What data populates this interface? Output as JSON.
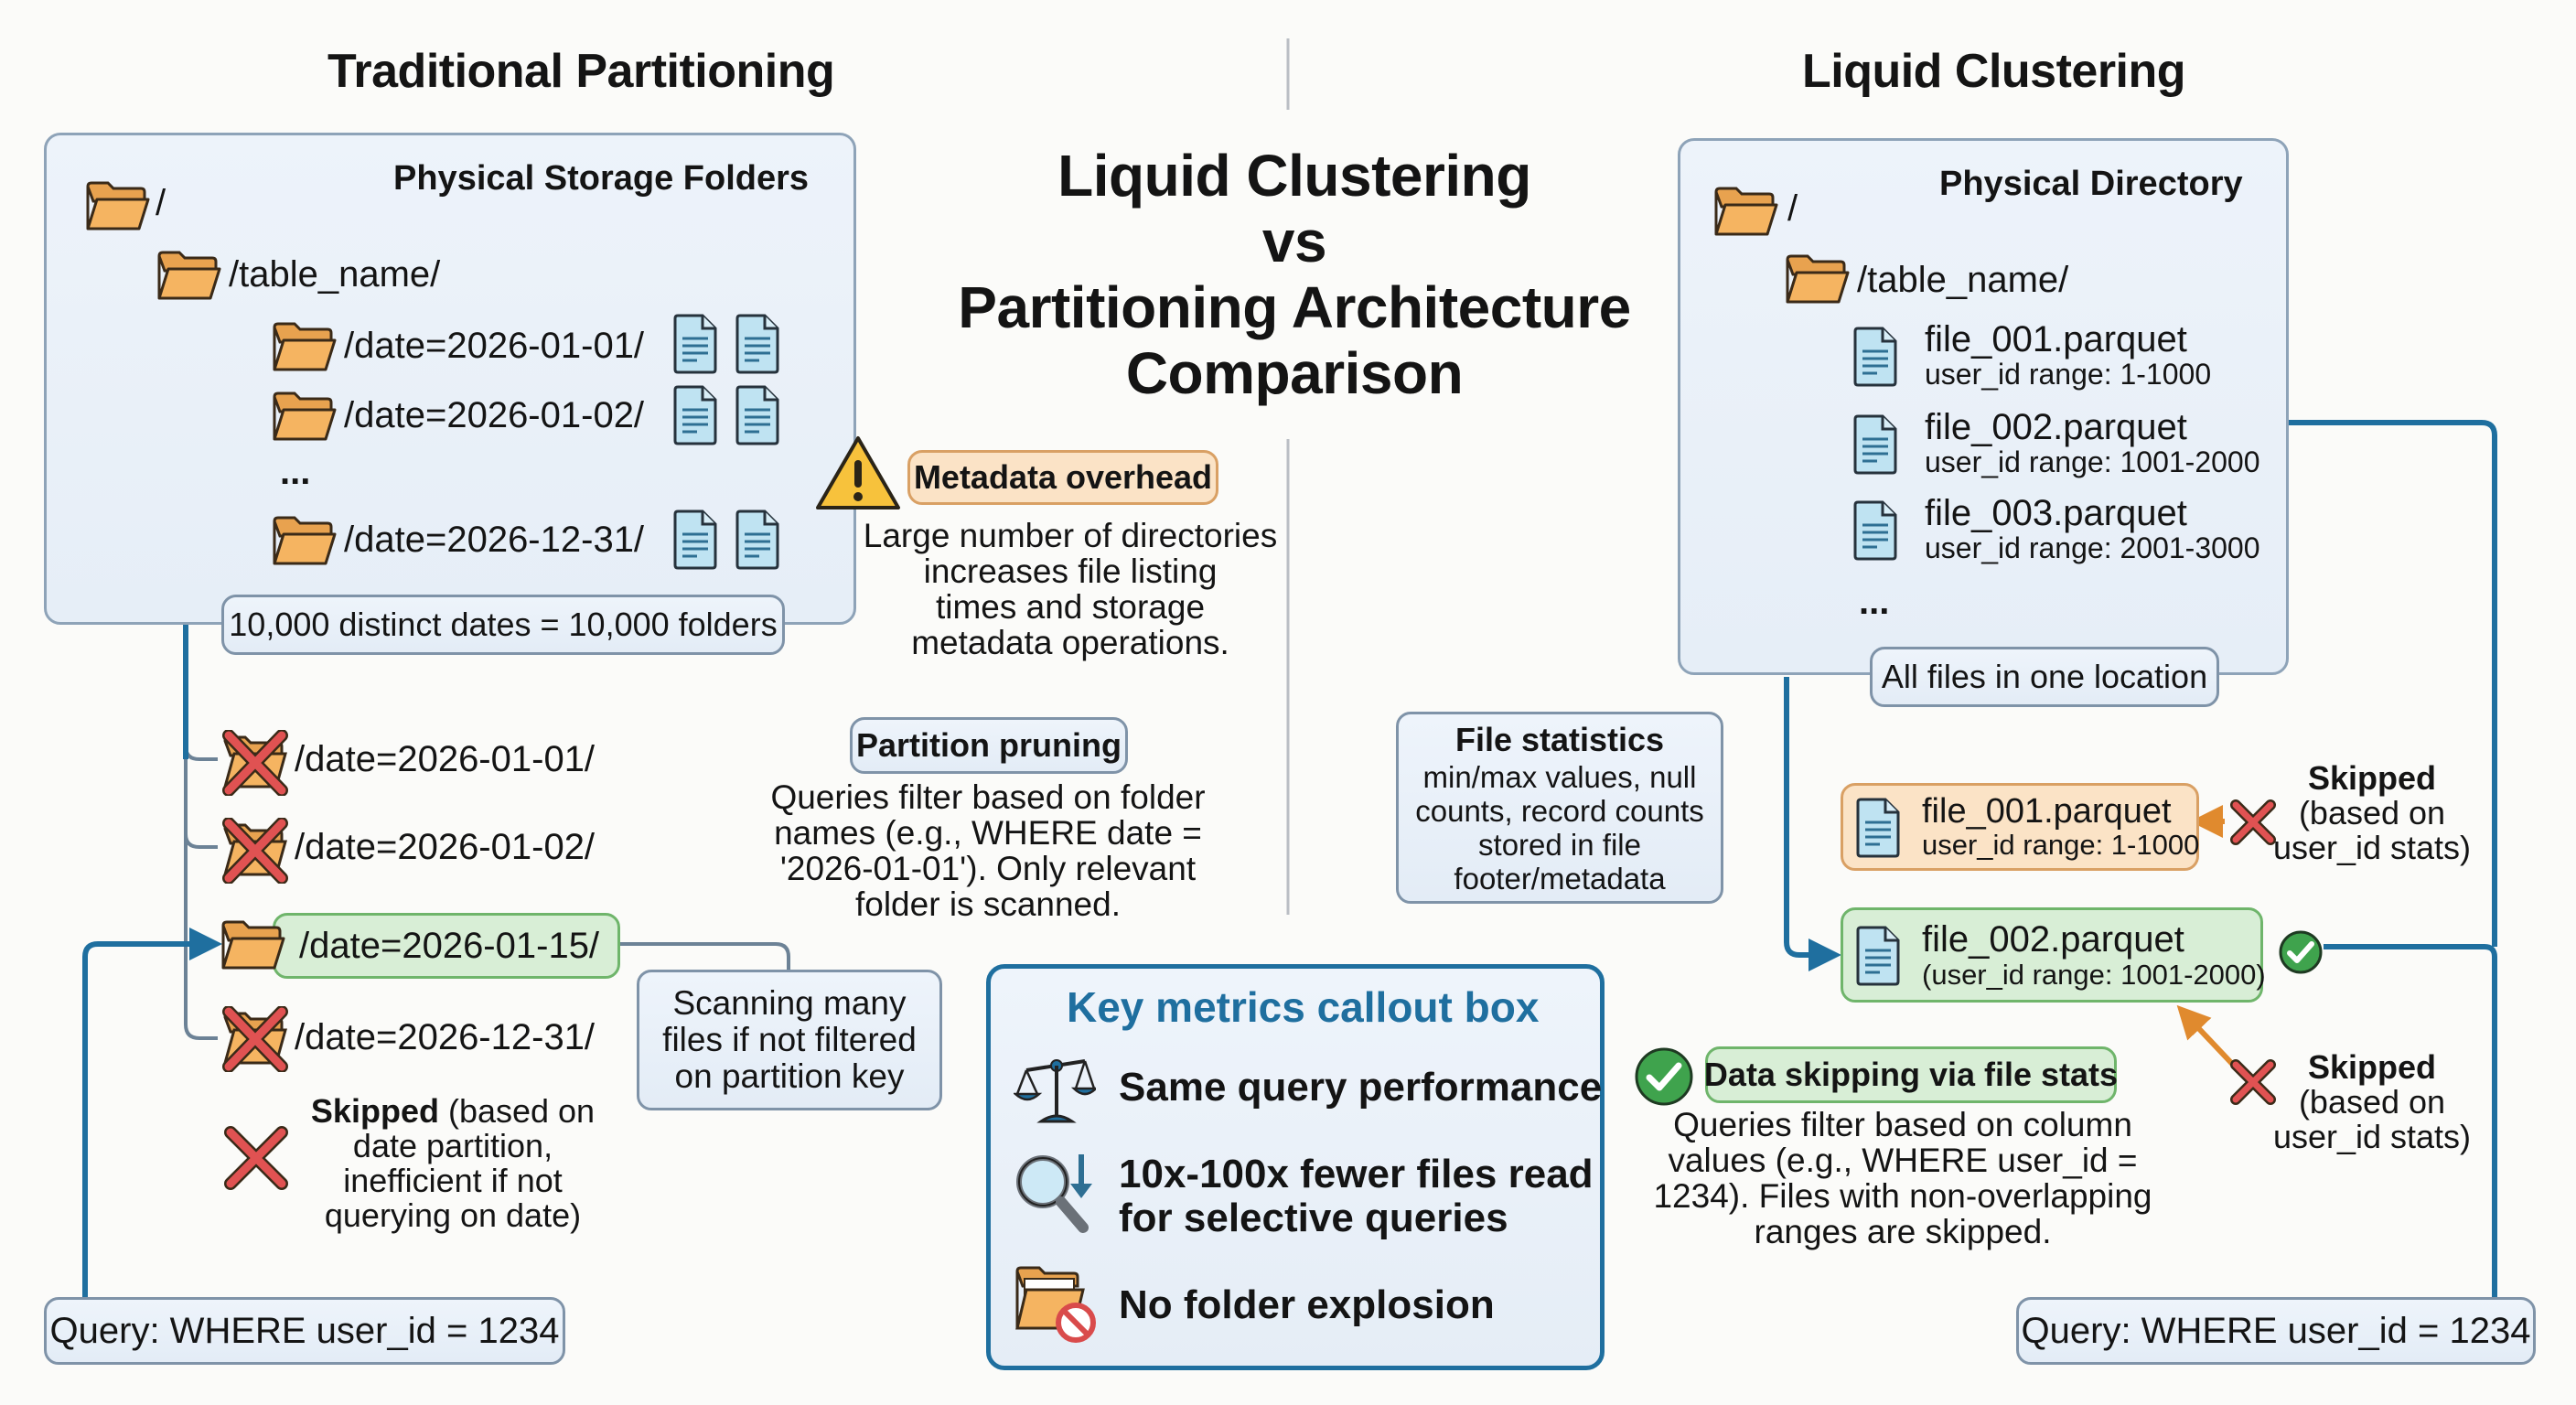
{
  "main_title": {
    "line1": "Liquid Clustering",
    "line2": "vs",
    "line3": "Partitioning Architecture",
    "line4": "Comparison"
  },
  "left": {
    "title": "Traditional Partitioning",
    "box_title": "Physical Storage Folders",
    "root": "/",
    "table": "/table_name/",
    "partitions": [
      "/date=2026-01-01/",
      "/date=2026-01-02/",
      "...",
      "/date=2026-12-31/"
    ],
    "count_label": "10,000 distinct dates = 10,000 folders",
    "scan_list": [
      {
        "label": "/date=2026-01-01/",
        "status": "skipped"
      },
      {
        "label": "/date=2026-01-02/",
        "status": "skipped"
      },
      {
        "label": "/date=2026-01-15/",
        "status": "scanned"
      },
      {
        "label": "/date=2026-12-31/",
        "status": "skipped"
      }
    ],
    "scan_note": {
      "line1": "Scanning many",
      "line2": "files if not filtered",
      "line3": "on partition key"
    },
    "skipped_note": {
      "bold": "Skipped",
      "line1_rest": " (based on",
      "line2": "date partition,",
      "line3": "inefficient if not",
      "line4": "querying on date)"
    },
    "query": "Query: WHERE user_id = 1234"
  },
  "middle": {
    "metadata": {
      "tag": "Metadata overhead",
      "lines": [
        "Large number of directories",
        "increases file listing",
        "times and storage",
        "metadata operations."
      ]
    },
    "pruning": {
      "tag": "Partition pruning",
      "lines": [
        "Queries filter based on folder",
        "names (e.g., WHERE date =",
        "'2026-01-01'). Only relevant",
        "folder is scanned."
      ]
    },
    "file_stats": {
      "title": "File statistics",
      "lines": [
        "min/max values, null",
        "counts, record counts",
        "stored in file",
        "footer/metadata"
      ]
    },
    "callout": {
      "title": "Key metrics callout box",
      "items": [
        {
          "icon": "scales-icon",
          "lines": [
            "Same query performance"
          ]
        },
        {
          "icon": "magnifier-down-icon",
          "lines": [
            "10x-100x fewer files read",
            "for selective queries"
          ]
        },
        {
          "icon": "folder-blocked-icon",
          "lines": [
            "No folder explosion"
          ]
        }
      ]
    }
  },
  "right": {
    "title": "Liquid Clustering",
    "box_title": "Physical Directory",
    "root": "/",
    "table": "/table_name/",
    "files": [
      {
        "name": "file_001.parquet",
        "range": "user_id range: 1-1000"
      },
      {
        "name": "file_002.parquet",
        "range": "user_id range: 1001-2000"
      },
      {
        "name": "file_003.parquet",
        "range": "user_id range: 2001-3000"
      }
    ],
    "ellipsis": "...",
    "location_label": "All files in one location",
    "skipped_file": {
      "name": "file_001.parquet",
      "range": "user_id range: 1-1000"
    },
    "matched_file": {
      "name": "file_002.parquet",
      "range": "(user_id range: 1001-2000)"
    },
    "skipped_note_1": {
      "bold": "Skipped",
      "line2": "(based on",
      "line3": "user_id stats)"
    },
    "skipped_note_2": {
      "bold": "Skipped",
      "line2": "(based on",
      "line3": "user_id stats)"
    },
    "data_skipping": {
      "tag": "Data skipping via file stats",
      "lines": [
        "Queries filter based on column",
        "values (e.g., WHERE user_id =",
        "1234). Files with non-overlapping",
        "ranges are skipped."
      ]
    },
    "query": "Query: WHERE user_id = 1234"
  },
  "colors": {
    "accent_blue": "#1f6f9f",
    "folder": "#f5b461",
    "file": "#bfe3f2",
    "skip_red": "#e05252",
    "ok_green": "#3fa34d",
    "warning_yellow": "#f7c23c",
    "orange_arrow": "#e08a2e"
  }
}
